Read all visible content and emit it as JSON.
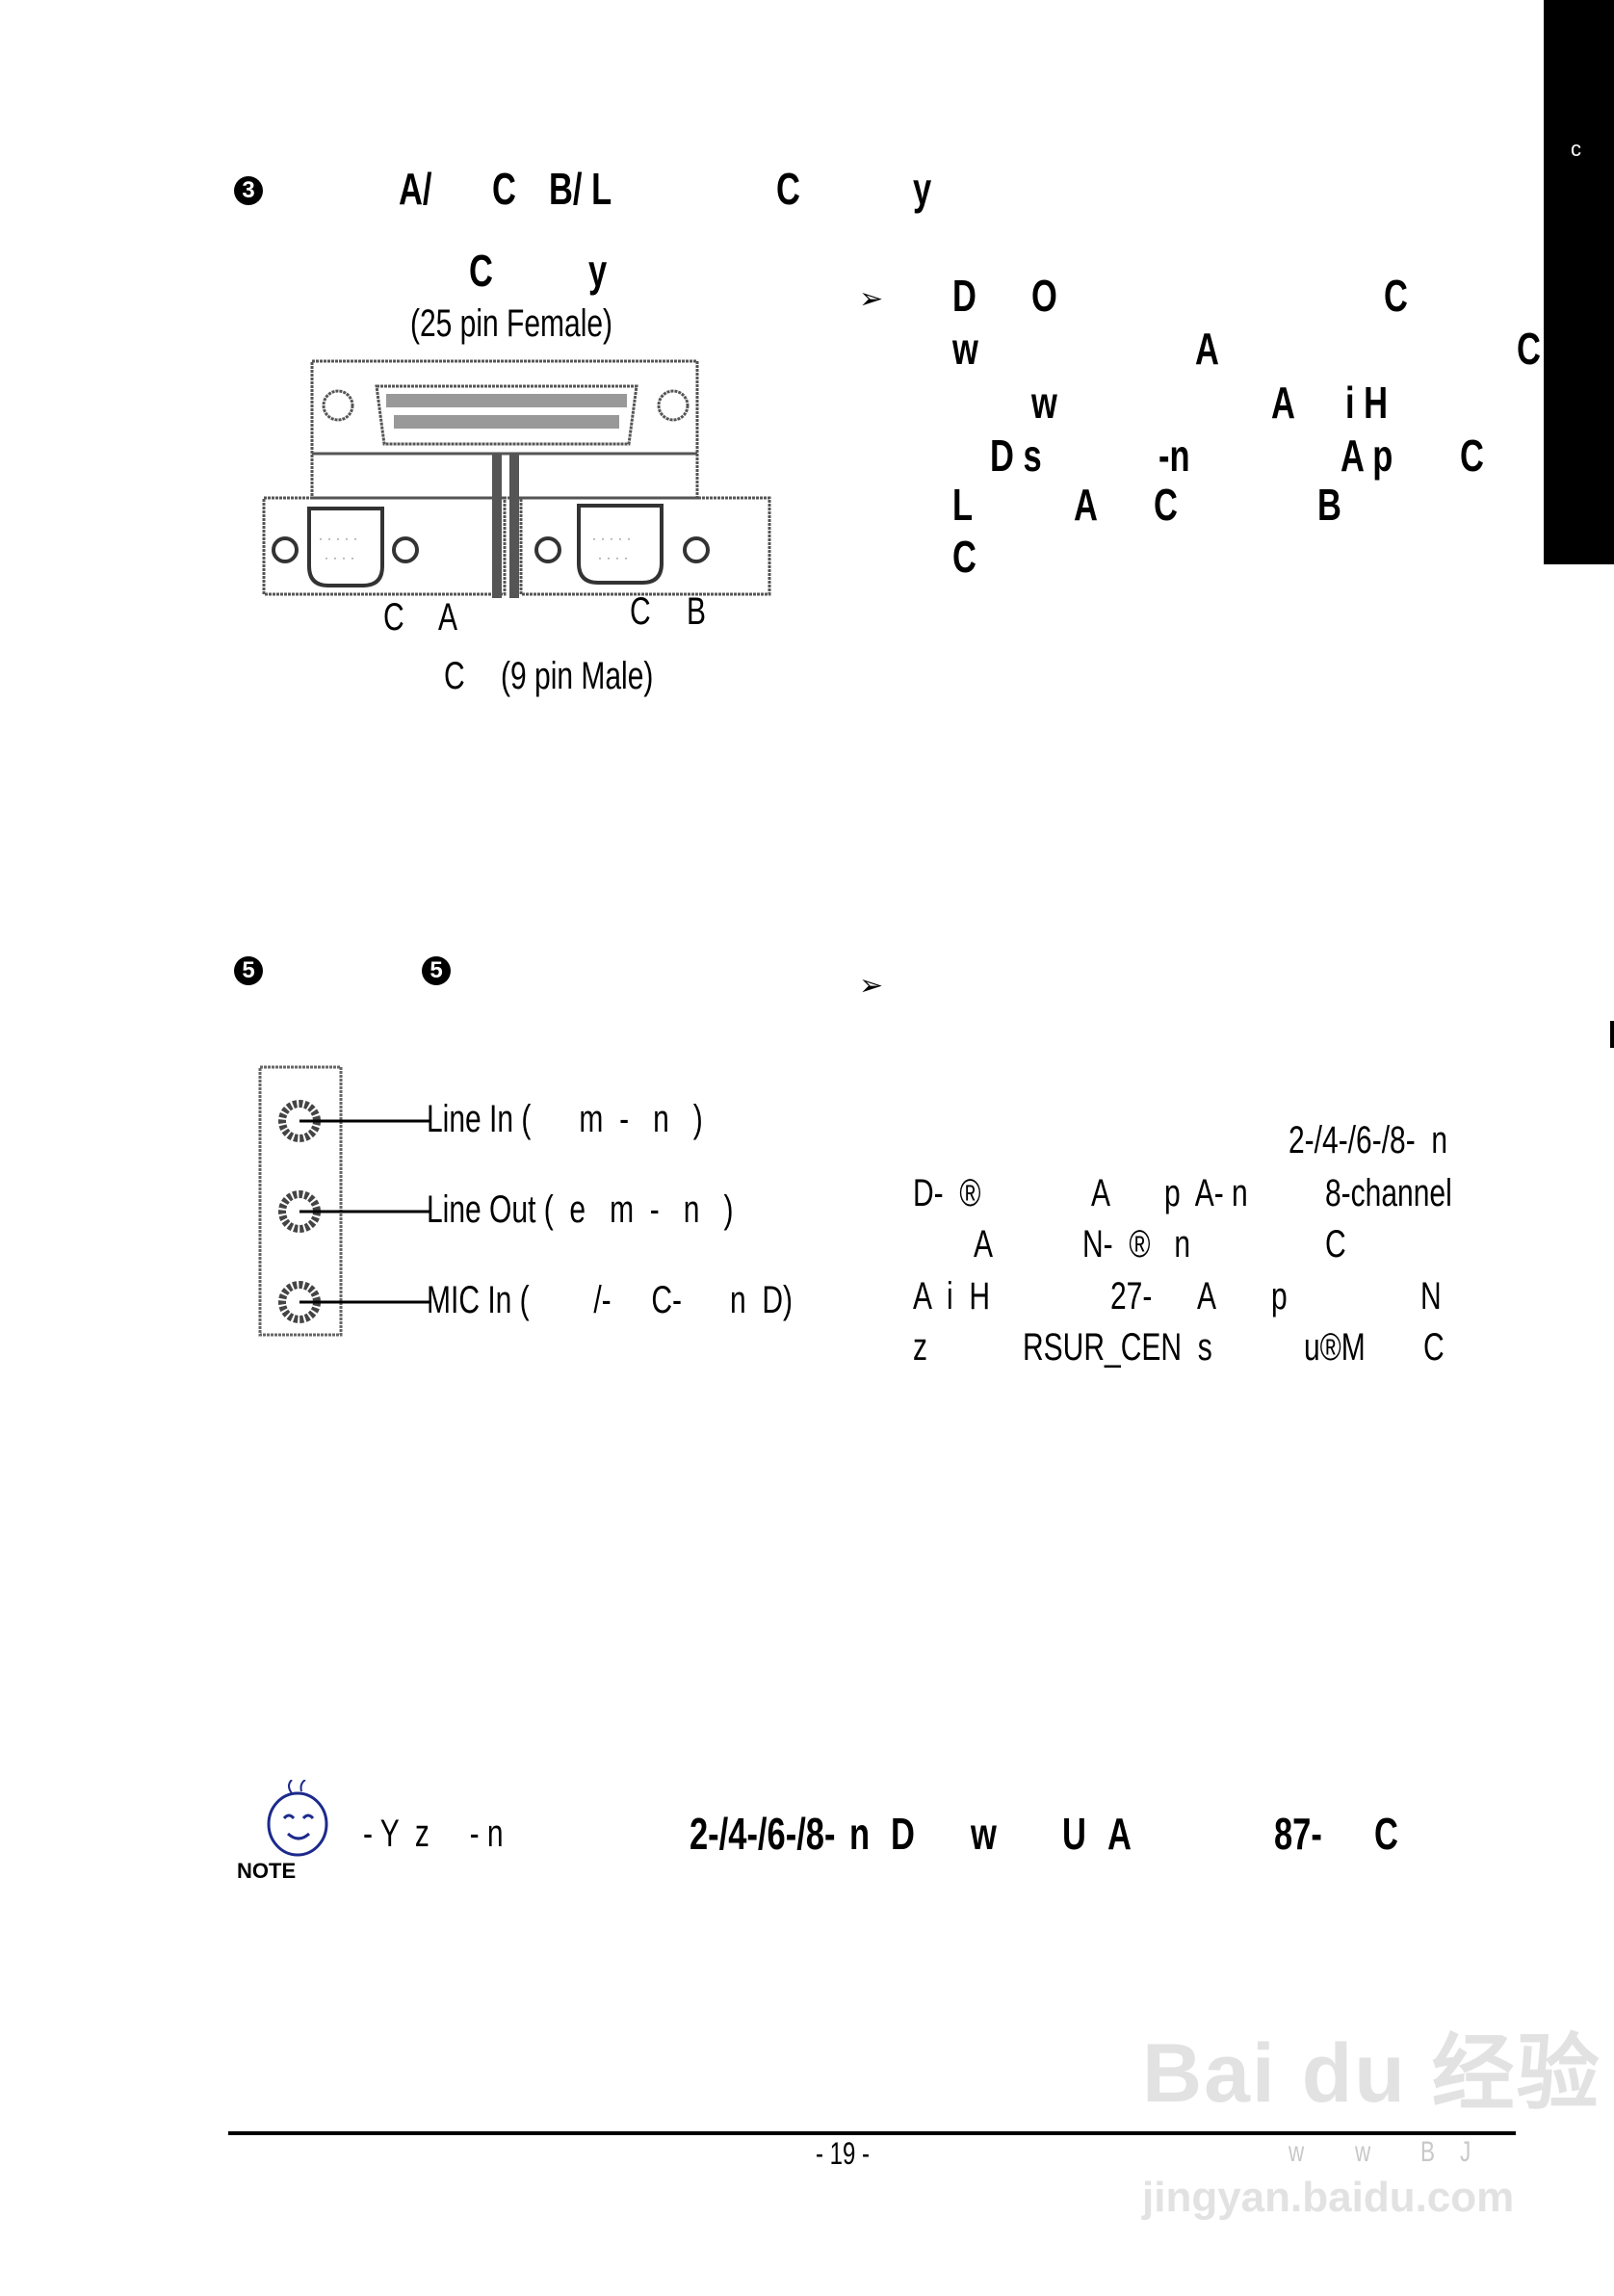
{
  "side_tab": {
    "label": "c"
  },
  "section3": {
    "number": "3",
    "heading": [
      "A/",
      "C",
      "B/ L",
      "C",
      "y"
    ],
    "figure": {
      "top_title": [
        "C",
        "y"
      ],
      "top_subtitle": "(25 pin Female)",
      "port_a_label": [
        "C",
        "A"
      ],
      "port_b_label": [
        "C",
        "B"
      ],
      "bottom_caption": [
        "C",
        "(9 pin Male)"
      ]
    },
    "description": [
      [
        "D",
        "O",
        "C"
      ],
      [
        "w",
        "A",
        "C"
      ],
      [
        "w",
        "A",
        "i H"
      ],
      [
        "D s",
        "-n",
        "A p",
        "C"
      ],
      [
        "L",
        "A",
        "C",
        "B"
      ],
      [
        "C"
      ]
    ]
  },
  "section5": {
    "number_1": "5",
    "number_2": "5",
    "jacks": [
      {
        "label": "Line In (      m  -   n   )"
      },
      {
        "label": "Line Out (  e   m  -   n   )"
      },
      {
        "label": "MIC In (        /-     C-      n  D)"
      }
    ],
    "description": {
      "line0": "2-/4-/6-/8-  n",
      "line1": [
        "D-  ®",
        "A",
        "p  A- n",
        "8-channel"
      ],
      "line2": [
        "A",
        "N-  ®   n",
        "C"
      ],
      "line3": [
        "A  i  H",
        "27-",
        "A",
        "p",
        "N"
      ],
      "line4": [
        "z",
        "RSUR_CEN  s",
        "u®M",
        "C"
      ]
    }
  },
  "note": {
    "icon_label": "NOTE",
    "plain": "- Y  z     - n",
    "bold": [
      "2-/4-/6-/8-",
      "n",
      "D",
      "w",
      "U",
      "A",
      "87-",
      "C"
    ]
  },
  "footer": {
    "page_number": "- 19 -",
    "faint": [
      "w",
      "w",
      "B",
      "J"
    ]
  },
  "watermark": {
    "line1": "Bai du 经验",
    "line2": "jingyan.baidu.com"
  }
}
